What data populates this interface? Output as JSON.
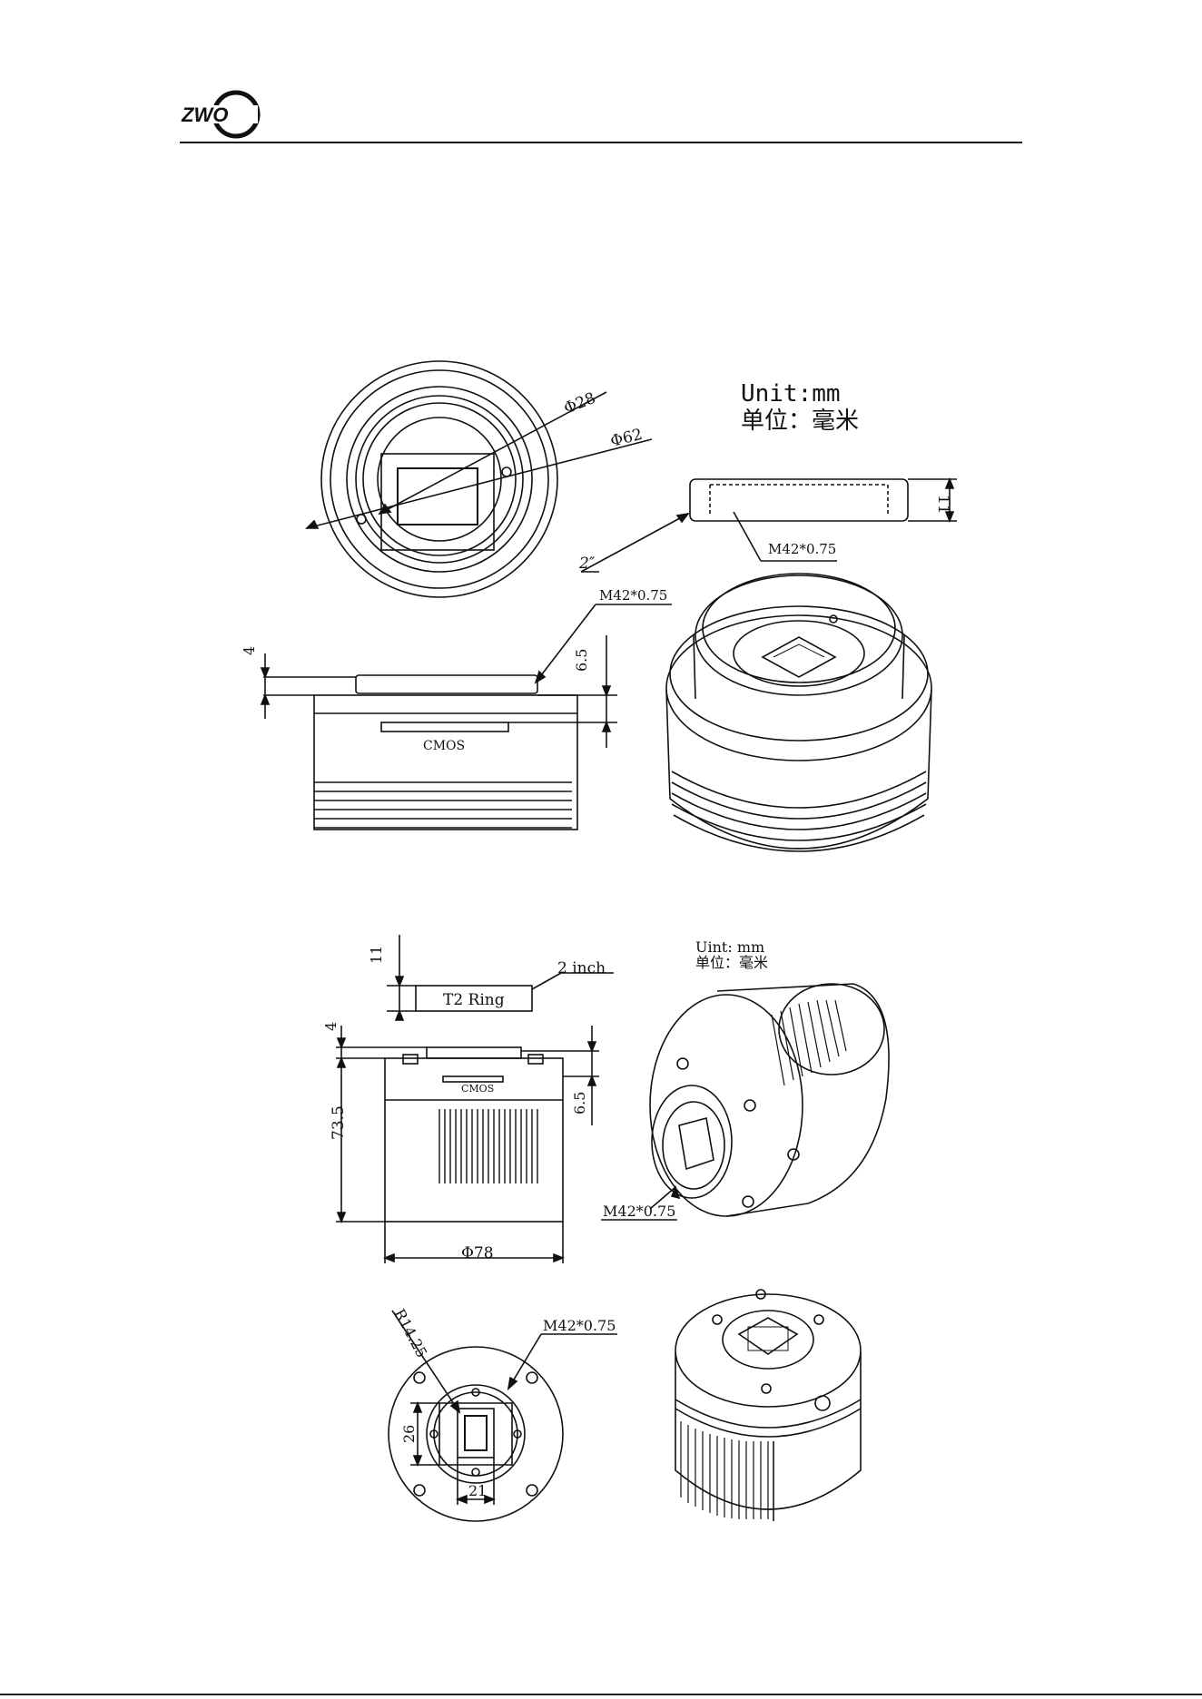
{
  "header": {
    "logo_text": "ZWO"
  },
  "upper": {
    "unit_en": "Unit:mm",
    "unit_zh": "单位：毫米",
    "dia_28": "Φ28",
    "dia_62": "Φ62",
    "thickness_11": "11",
    "thread_ring": "M42*0.75",
    "size_2in": "2″",
    "thread_front": "M42*0.75",
    "dim_4": "4",
    "dim_6_5": "6.5",
    "sensor_label": "CMOS"
  },
  "lower": {
    "unit_en": "Uint: mm",
    "unit_zh": "单位：毫米",
    "dim_11": "11",
    "size_2in": "2 inch",
    "ring_label": "T2 Ring",
    "dim_4": "4",
    "dim_6_5": "6.5",
    "dim_73_5": "73.5",
    "sensor_label": "CMOS",
    "thread_side": "M42*0.75",
    "dia_78": "Φ78",
    "radius": "R14.25",
    "thread_front": "M42*0.75",
    "dim_26": "26",
    "dim_21": "21"
  }
}
